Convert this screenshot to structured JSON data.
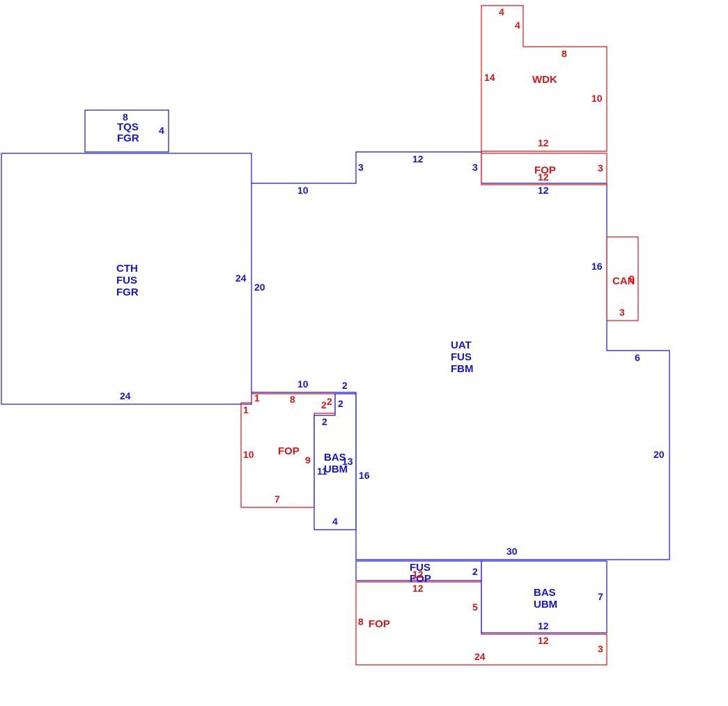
{
  "colors": {
    "living": "#1414d2",
    "other": "#dc1414",
    "background": "#ffffff"
  },
  "areas": {
    "tqs": {
      "line1": "TQS",
      "line2": "FGR"
    },
    "cth": {
      "line1": "CTH",
      "line2": "FUS",
      "line3": "FGR"
    },
    "uat": {
      "line1": "UAT",
      "line2": "FUS",
      "line3": "FBM"
    },
    "wdk": {
      "line1": "WDK"
    },
    "fop_top": {
      "line1": "FOP"
    },
    "can": {
      "line1": "CAN"
    },
    "fop_left": {
      "line1": "FOP"
    },
    "bas_small": {
      "line1": "BAS",
      "line2": "UBM"
    },
    "fus_fop": {
      "line1": "FUS",
      "line2": "FOP"
    },
    "fop_bottom": {
      "line1": "FOP"
    },
    "bas_right": {
      "line1": "BAS",
      "line2": "UBM"
    }
  },
  "dims": {
    "tqs_top": "8",
    "tqs_right": "4",
    "cth_left": "24",
    "cth_right": "20",
    "cth_bottom": "24",
    "uat_seg10": "10",
    "uat_step3": "3",
    "uat_top12": "12",
    "uat_step3b": "3",
    "fop_top_12": "12",
    "fop_top_left3": "3",
    "fop_top_right3": "3",
    "fop_top_bottom12": "12",
    "uat_right16": "16",
    "uat_right6": "6",
    "uat_right20": "20",
    "uat_bottom30": "30",
    "uat_step10": "10",
    "uat_step2": "2",
    "uat_left16": "16",
    "wdk_4a": "4",
    "wdk_4b": "4",
    "wdk_8": "8",
    "wdk_14": "14",
    "wdk_10": "10",
    "wdk_12": "12",
    "can_9": "9",
    "can_3": "3",
    "fopl_1a": "1",
    "fopl_8": "8",
    "fopl_2a": "2",
    "fopl_2b": "2",
    "fopl_1b": "1",
    "fopl_10": "10",
    "fopl_9": "9",
    "fopl_7": "7",
    "bass_2a": "2",
    "bass_2b": "2",
    "bass_11": "11",
    "bass_13": "13",
    "bass_4": "4",
    "fusfop_2": "2",
    "fusfop_12": "12",
    "fopb_12": "12",
    "fopb_5": "5",
    "fopb_8": "8",
    "fopb_24": "24",
    "basr_7": "7",
    "basr_12": "12",
    "fopr_12": "12",
    "fopr_3": "3"
  }
}
